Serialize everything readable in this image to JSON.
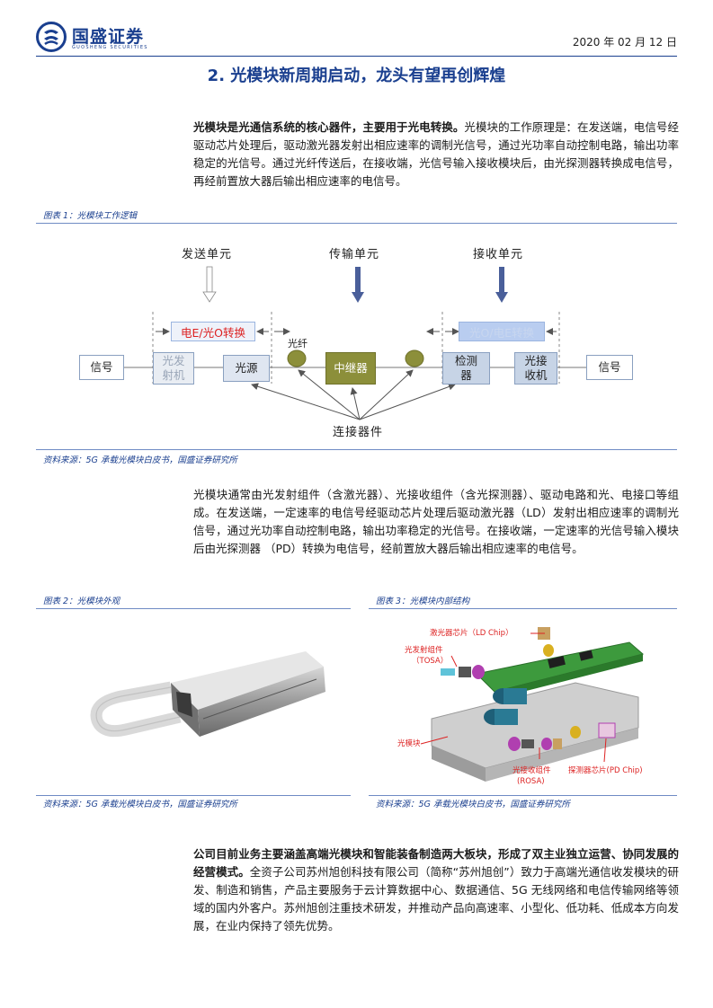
{
  "header": {
    "company_name": "国盛证券",
    "company_name_en": "GUOSHENG SECURITIES",
    "date": "2020 年 02 月 12 日",
    "brand_color": "#1a3f8f"
  },
  "section_title": "2. 光模块新周期启动，龙头有望再创辉煌",
  "para1": {
    "lead": "光模块是光通信系统的核心器件，主要用于光电转换。",
    "body": "光模块的工作原理是：在发送端，电信号经驱动芯片处理后，驱动激光器发射出相应速率的调制光信号，通过光功率自动控制电路，输出功率稳定的光信号。通过光纤传送后，在接收端，光信号输入接收模块后，由光探测器转换成电信号，再经前置放大器后输出相应速率的电信号。"
  },
  "figure1": {
    "label": "图表 1：光模块工作逻辑",
    "source": "资料来源：5G 承载光模块白皮书，国盛证券研究所",
    "diagram": {
      "units": [
        "发送单元",
        "传输单元",
        "接收单元"
      ],
      "conversion_tx": "电E/光O转换",
      "conversion_rx": "光O/电E转换",
      "fiber": "光纤",
      "boxes": {
        "signal_in": "信号",
        "tx_emitter": [
          "光发",
          "射机"
        ],
        "light_source": "光源",
        "relay": "中继器",
        "detector": [
          "检测",
          "器"
        ],
        "rx_receiver": [
          "光接",
          "收机"
        ],
        "signal_out": "信号"
      },
      "connector": "连接器件"
    }
  },
  "para2": {
    "body": "光模块通常由光发射组件（含激光器）、光接收组件（含光探测器）、驱动电路和光、电接口等组成。在发送端，一定速率的电信号经驱动芯片处理后驱动激光器（LD）发射出相应速率的调制光信号，通过光功率自动控制电路，输出功率稳定的光信号。在接收端，一定速率的光信号输入模块后由光探测器 （PD）转换为电信号，经前置放大器后输出相应速率的电信号。"
  },
  "figure2": {
    "label": "图表 2：光模块外观",
    "source": "资料来源：5G 承载光模块白皮书，国盛证券研究所"
  },
  "figure3": {
    "label": "图表 3：光模块内部结构",
    "source": "资料来源：5G 承载光模块白皮书，国盛证券研究所",
    "callouts": {
      "ld_chip": "激光器芯片（LD Chip）",
      "tosa": [
        "光发射组件",
        "（TOSA）"
      ],
      "module": "光模块",
      "rosa": [
        "光接收组件",
        "(ROSA)"
      ],
      "pd_chip": "探测器芯片(PD Chip)"
    }
  },
  "para3": {
    "lead": "公司目前业务主要涵盖高端光模块和智能装备制造两大板块，形成了双主业独立运营、协同发展的经营模式。",
    "body": "全资子公司苏州旭创科技有限公司（简称“苏州旭创”）致力于高端光通信收发模块的研发、制造和销售，产品主要服务于云计算数据中心、数据通信、5G 无线网络和电信传输网络等领域的国内外客户。苏州旭创注重技术研发，并推动产品向高速率、小型化、低功耗、低成本方向发展，在业内保持了领先优势。"
  }
}
